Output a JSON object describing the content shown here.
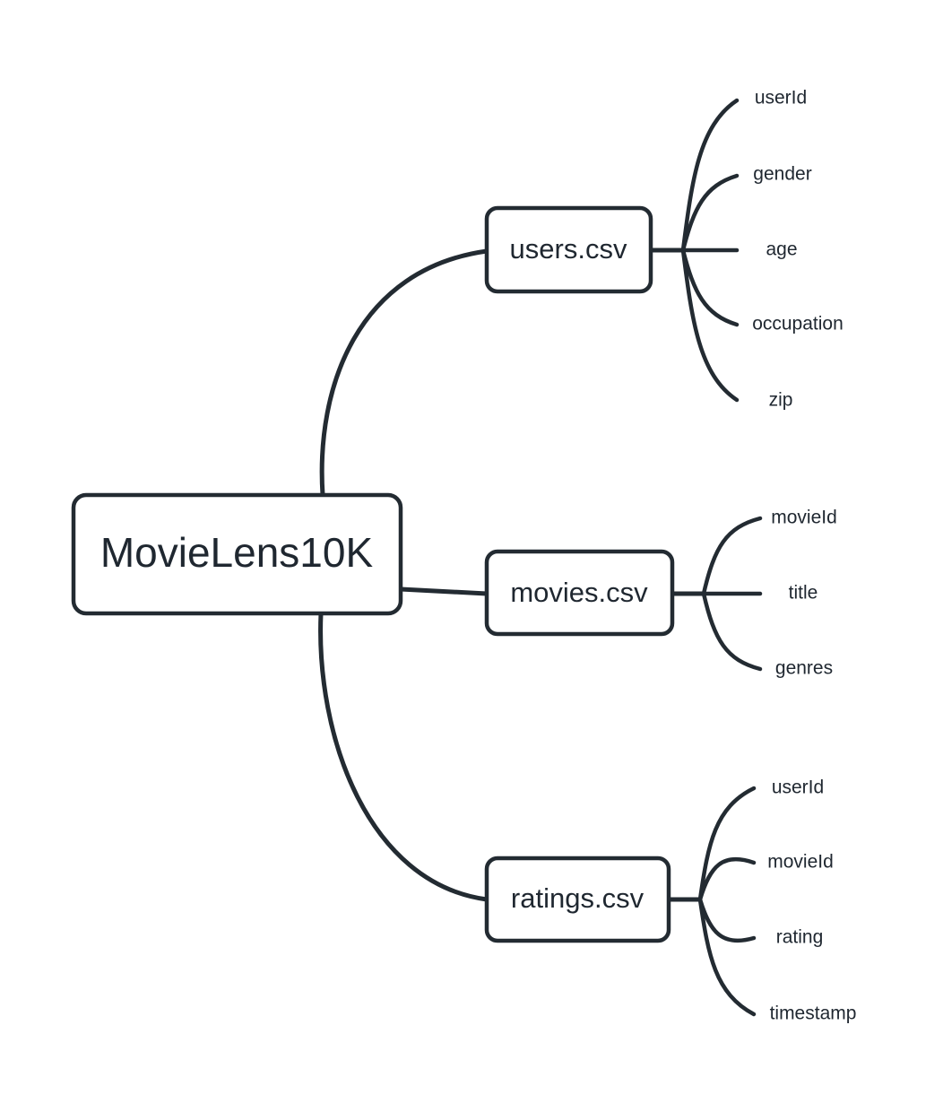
{
  "diagram": {
    "type": "mindmap",
    "title": "MovieLens10K",
    "background_color": "#ffffff",
    "stroke_color": "#232b32",
    "text_color": "#1f2730",
    "root": {
      "label": "MovieLens10K"
    },
    "branches": [
      {
        "id": "users",
        "label": "users.csv",
        "leaves": [
          {
            "label": "userId"
          },
          {
            "label": "gender"
          },
          {
            "label": "age"
          },
          {
            "label": "occupation"
          },
          {
            "label": "zip"
          }
        ]
      },
      {
        "id": "movies",
        "label": "movies.csv",
        "leaves": [
          {
            "label": "movieId"
          },
          {
            "label": "title"
          },
          {
            "label": "genres"
          }
        ]
      },
      {
        "id": "ratings",
        "label": "ratings.csv",
        "leaves": [
          {
            "label": "userId"
          },
          {
            "label": "movieId"
          },
          {
            "label": "rating"
          },
          {
            "label": "timestamp"
          }
        ]
      }
    ]
  }
}
